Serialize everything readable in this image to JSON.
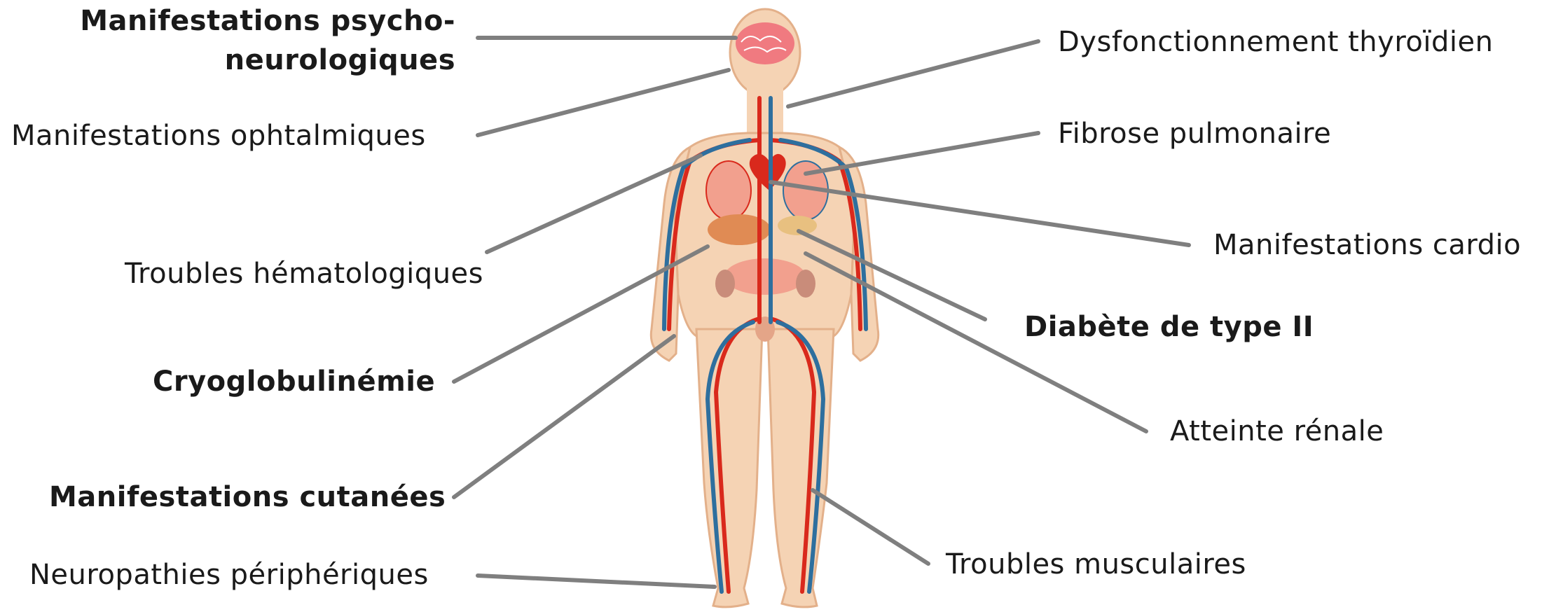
{
  "labels_left": [
    {
      "id": "psycho",
      "text": "Manifestations psycho-\nneurologiques",
      "bold": true
    },
    {
      "id": "ophtalmiques",
      "text": "Manifestations ophtalmiques",
      "bold": false
    },
    {
      "id": "hemato",
      "text": "Troubles hématologiques",
      "bold": false
    },
    {
      "id": "cryo",
      "text": "Cryoglobulinémie",
      "bold": true
    },
    {
      "id": "cutanees",
      "text": "Manifestations cutanées",
      "bold": true
    },
    {
      "id": "neuropathies",
      "text": "Neuropathies périphériques",
      "bold": false
    }
  ],
  "labels_right": [
    {
      "id": "thyroide",
      "text": "Dysfonctionnement thyroïdien",
      "bold": false
    },
    {
      "id": "fibrose",
      "text": "Fibrose pulmonaire",
      "bold": false
    },
    {
      "id": "cardio",
      "text": "Manifestations cardio",
      "bold": false
    },
    {
      "id": "diabete",
      "text": "Diabète de type II",
      "bold": true
    },
    {
      "id": "renale",
      "text": "Atteinte rénale",
      "bold": false
    },
    {
      "id": "musculaires",
      "text": "Troubles musculaires",
      "bold": false
    }
  ],
  "colors": {
    "skin": "#f5d3b4",
    "skin_outline": "#e3b08a",
    "artery": "#d9291c",
    "vein": "#2e6f9e",
    "brain": "#f07a80",
    "organ": "#f2a08e",
    "leader": "#7f7f7f"
  }
}
